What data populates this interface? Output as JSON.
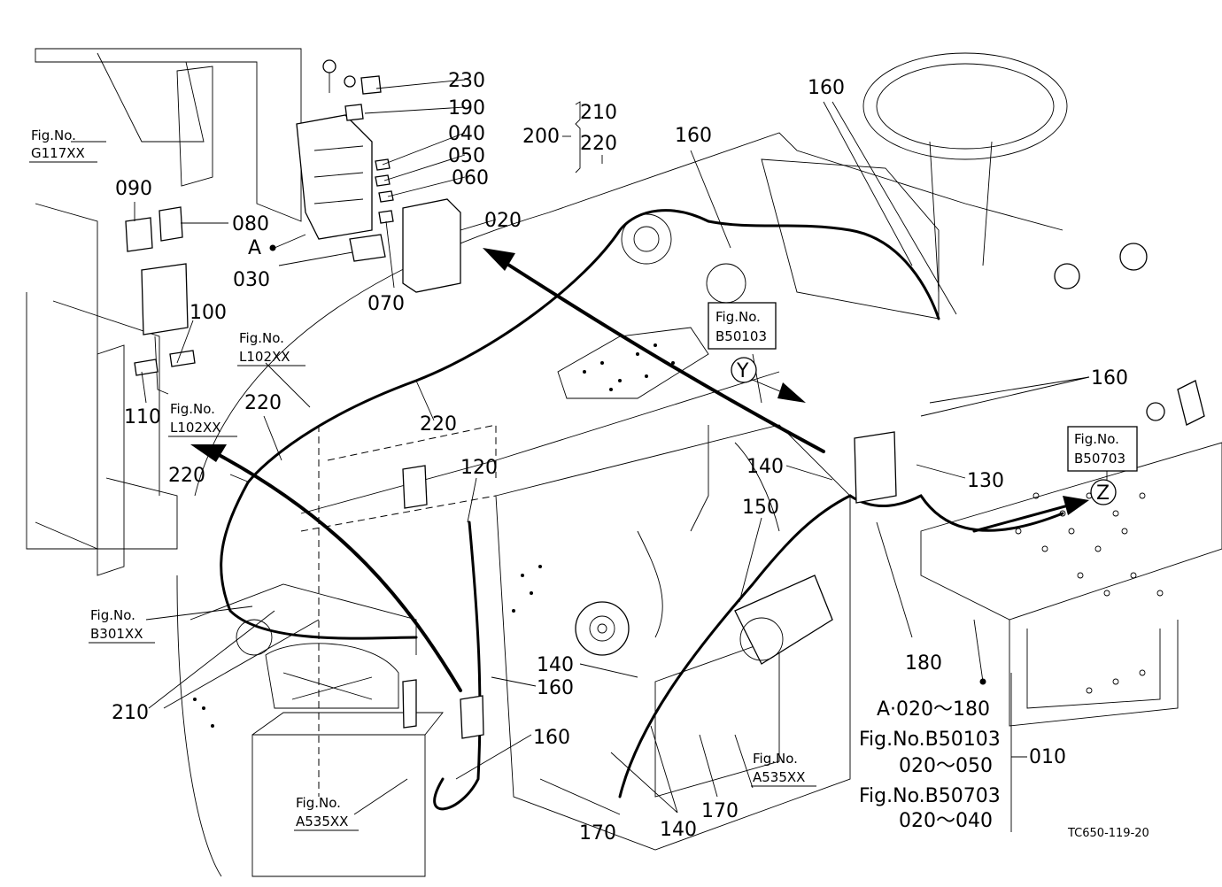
{
  "drawing": {
    "code": "TC650-119-20",
    "fig_refs": [
      {
        "label": "Fig.No.",
        "number": "G117XX"
      },
      {
        "label": "Fig.No.",
        "number": "L102XX"
      },
      {
        "label": "Fig.No.",
        "number": "L102XX"
      },
      {
        "label": "Fig.No.",
        "number": "B301XX"
      },
      {
        "label": "Fig.No.",
        "number": "A535XX"
      },
      {
        "label": "Fig.No.",
        "number": "A535XX"
      },
      {
        "label": "Fig.No.",
        "number": "B50103"
      },
      {
        "label": "Fig.No.",
        "number": "B50703"
      }
    ],
    "views": [
      "Y",
      "Z"
    ],
    "assembly_letter": "A",
    "callouts": [
      "230",
      "190",
      "040",
      "050",
      "060",
      "020",
      "070",
      "030",
      "090",
      "080",
      "100",
      "110",
      "210",
      "220",
      "200",
      "160",
      "160",
      "160",
      "120",
      "220",
      "220",
      "220",
      "140",
      "150",
      "130",
      "140",
      "160",
      "180",
      "160",
      "210",
      "170",
      "140",
      "170",
      "010"
    ],
    "summary": {
      "line1": "A·020～180",
      "line2": "Fig.No.B50103",
      "line3": "020～050",
      "line4": "Fig.No.B50703",
      "line5": "020～040",
      "total": "010"
    }
  }
}
